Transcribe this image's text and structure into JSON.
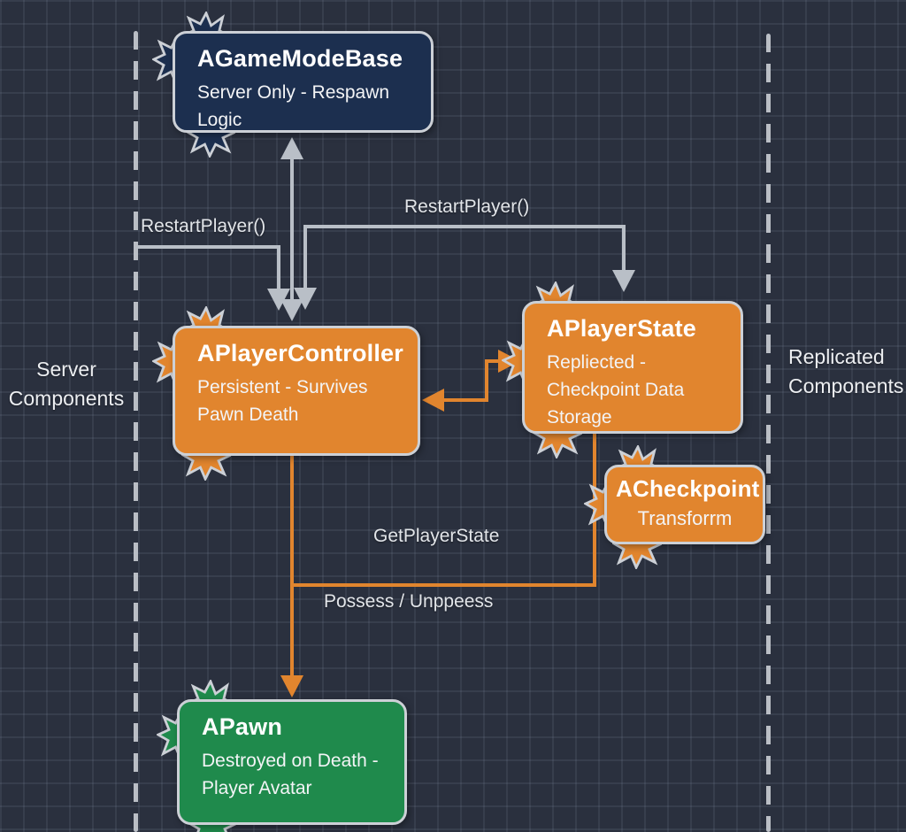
{
  "lanes": {
    "left": {
      "line1": "Server",
      "line2": "Components"
    },
    "right": {
      "line1": "Replicated",
      "line2": "Components"
    }
  },
  "nodes": {
    "game_mode": {
      "title": "AGameModeBase",
      "subtitle": "Server Only - Respawn Logic",
      "fill": "#1c2f4f"
    },
    "player_controller": {
      "title": "APlayerController",
      "subtitle": "Persistent - Survives Pawn Death",
      "fill": "#e1852e"
    },
    "player_state": {
      "title": "APlayerState",
      "subtitle": "Repliected - Checkpoint Data Storage",
      "fill": "#e1852e"
    },
    "checkpoint": {
      "title": "ACheckpoint",
      "subtitle": "Transforrm",
      "fill": "#e1852e"
    },
    "pawn": {
      "title": "APawn",
      "subtitle": "Destroyed on Death - Player Avatar",
      "fill": "#1f8a4c"
    }
  },
  "edges": {
    "restart_player_left": {
      "label": "RestartPlayer()"
    },
    "restart_player_right": {
      "label": "RestartPlayer()"
    },
    "get_player_state": {
      "label": "GetPlayerState"
    },
    "possess": {
      "label": "Possess / Unppeess"
    }
  },
  "colors": {
    "background": "#2a303e",
    "grid_line": "#39404e",
    "navy_node": "#1c2f4f",
    "orange_node": "#e1852e",
    "green_node": "#1f8a4c",
    "node_border": "#ccd0d6",
    "gray_connector": "#b9bfc7",
    "orange_connector": "#e1852e",
    "dashed_divider": "#c6cad1",
    "text_primary": "#ffffff",
    "text_label": "#e2e5e9"
  }
}
